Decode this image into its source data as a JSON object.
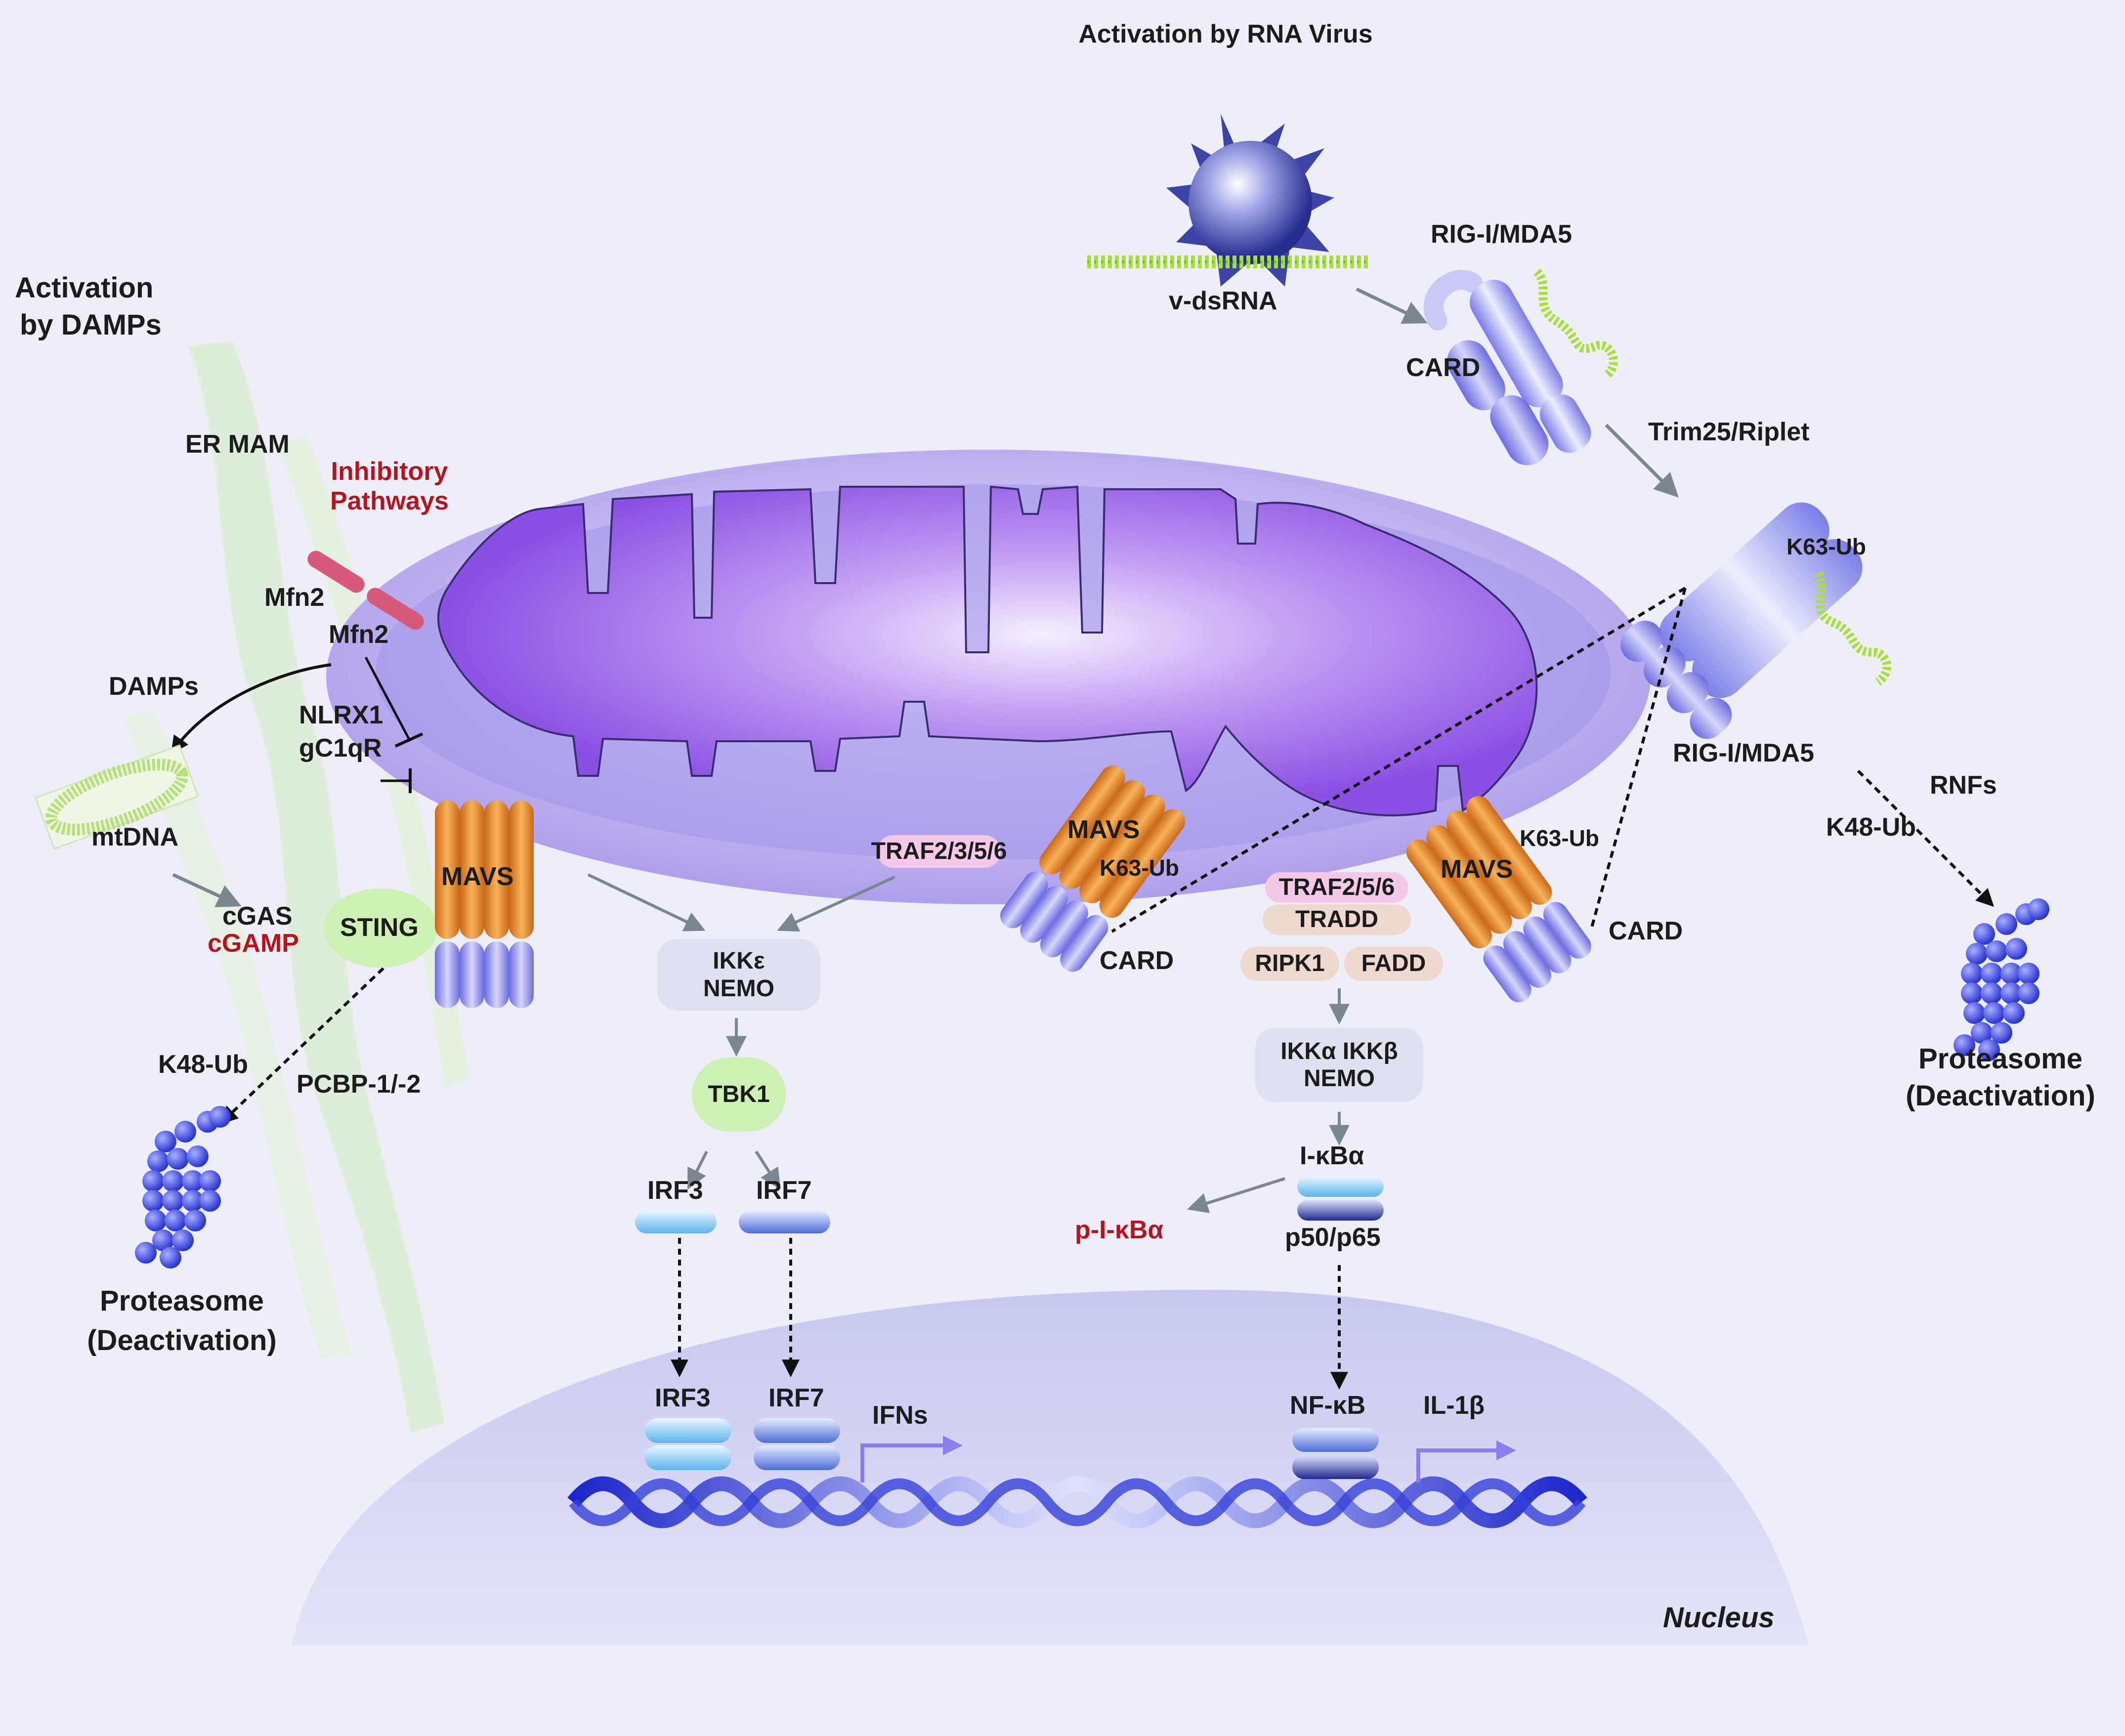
{
  "labels": {
    "rna_virus": "Activation by RNA Virus",
    "damps_title_1": "Activation",
    "damps_title_2": "by DAMPs",
    "er_mam": "ER MAM",
    "inhibitory_1": "Inhibitory",
    "inhibitory_2": "Pathways",
    "mfn2_a": "Mfn2",
    "mfn2_b": "Mfn2",
    "damps": "DAMPs",
    "nlrx1": "NLRX1",
    "gc1qr": "gC1qR",
    "mtdna": "mtDNA",
    "cgas": "cGAS",
    "cgamp": "cGAMP",
    "sting": "STING",
    "mavs_left": "MAVS",
    "k48_left": "K48-Ub",
    "pcbp": "PCBP-1/-2",
    "proteasome_left_1": "Proteasome",
    "proteasome_left_2": "(Deactivation)",
    "v_dsrna": "v-dsRNA",
    "rig_top": "RIG-I/MDA5",
    "card_top": "CARD",
    "trim25": "Trim25/Riplet",
    "k63_rig": "K63-Ub",
    "rig_mid": "RIG-I/MDA5",
    "rnfs": "RNFs",
    "k48_right": "K48-Ub",
    "proteasome_right_1": "Proteasome",
    "proteasome_right_2": "(Deactivation)",
    "traf2356": "TRAF2/3/5/6",
    "mavs_center": "MAVS",
    "k63_center": "K63-Ub",
    "card_center": "CARD",
    "mavs_right": "MAVS",
    "k63_right": "K63-Ub",
    "card_right": "CARD",
    "traf256": "TRAF2/5/6",
    "tradd": "TRADD",
    "ripk1": "RIPK1",
    "fadd": "FADD",
    "ikke": "IKKε",
    "nemo_a": "NEMO",
    "tbk1": "TBK1",
    "irf3_a": "IRF3",
    "irf7_a": "IRF7",
    "irf3_b": "IRF3",
    "irf7_b": "IRF7",
    "ifns": "IFNs",
    "ikkab": "IKKα IKKβ",
    "nemo_b": "NEMO",
    "ikba": "I-κBα",
    "p_ikba": "p-I-κBα",
    "p50p65": "p50/p65",
    "nfkb": "NF-κB",
    "il1b": "IL-1β",
    "nucleus": "Nucleus"
  },
  "colors": {
    "background": "#eeeef9",
    "mito_outer": "#b9aaf0",
    "mito_inner": "#9a5ee8",
    "mavs_orange": "#e88a1e",
    "card_blue": "#8f90ea",
    "proteasome_blue": "#3c48e0",
    "inhibitory_red": "#b4141e",
    "dsrna_green": "#a6e03a",
    "nucleus": "#cfd0f2",
    "dna_blue": "#2b36d6"
  }
}
